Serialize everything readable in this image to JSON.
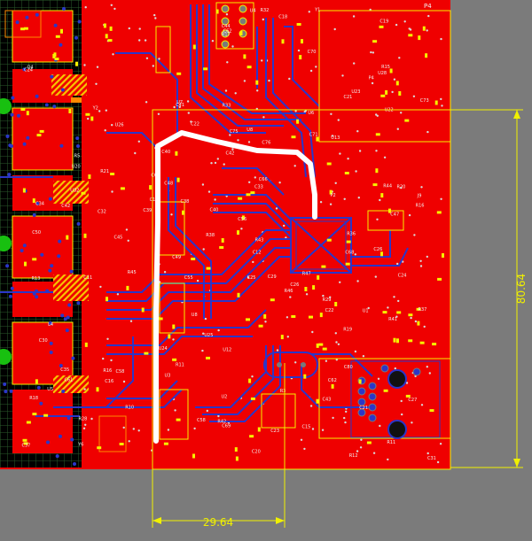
{
  "colors": {
    "workspace": "#7b7b7b",
    "board": "#ef0000",
    "copper_bottom": "#2b36c8",
    "silkscreen": "#f2f2f2",
    "pad": "#f6f200",
    "dimension": "#f0f000",
    "route_highlight": "#ffffff",
    "mounting_pad": "#18c010"
  },
  "dimensions": {
    "vertical": {
      "value": "80.64"
    },
    "horizontal": {
      "value": "29.64"
    }
  },
  "silkscreen_labels": [
    "P4",
    "J9",
    "C44",
    "C45",
    "C43",
    "C49",
    "R36",
    "R37",
    "R38",
    "C40",
    "C50",
    "C48",
    "C68",
    "R15",
    "C58",
    "R45",
    "U8",
    "C42",
    "U32",
    "U12",
    "C61",
    "R28",
    "C55",
    "C56",
    "U4",
    "C58",
    "U25",
    "C62",
    "C40",
    "R16",
    "C41",
    "C42",
    "U13",
    "C73",
    "R10",
    "C23",
    "C21",
    "C22",
    "R33",
    "R29",
    "R11",
    "C20",
    "U5",
    "C26",
    "C17",
    "R12",
    "C29",
    "C21",
    "C66",
    "R41",
    "U22",
    "C62",
    "L4",
    "U1",
    "Q4",
    "C25",
    "C24",
    "C26",
    "C11",
    "C18",
    "U8",
    "C64",
    "R43",
    "U23",
    "C47",
    "C69",
    "R3",
    "Y6",
    "C35",
    "U7",
    "C12",
    "C70",
    "R44",
    "C80",
    "R47",
    "U28",
    "U2",
    "C71",
    "U3",
    "C75",
    "R46",
    "C76",
    "R11",
    "C16",
    "C27",
    "Y2",
    "U20",
    "C15",
    "R18",
    "R17",
    "C34",
    "R32",
    "C38",
    "C39",
    "U6",
    "C37",
    "R19",
    "R20",
    "R21",
    "C30",
    "C31",
    "C32",
    "C33",
    "R16",
    "P2",
    "R13",
    "U26",
    "C24",
    "C19",
    "C22",
    "Y1",
    "U24",
    "R42",
    "R5"
  ]
}
